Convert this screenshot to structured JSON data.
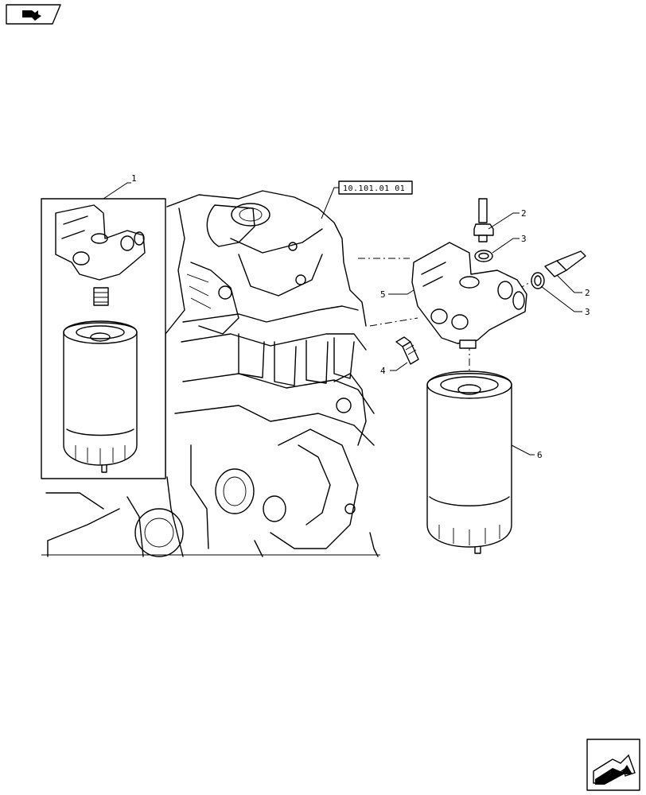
{
  "reference_label": "10.101.01 01",
  "callouts": {
    "c1": "1",
    "c2a": "2",
    "c2b": "2",
    "c3a": "3",
    "c3b": "3",
    "c4": "4",
    "c5": "5",
    "c6": "6"
  },
  "icons": {
    "top_left": "previous-page-arrow-icon",
    "bottom_right": "next-page-arrow-icon"
  }
}
